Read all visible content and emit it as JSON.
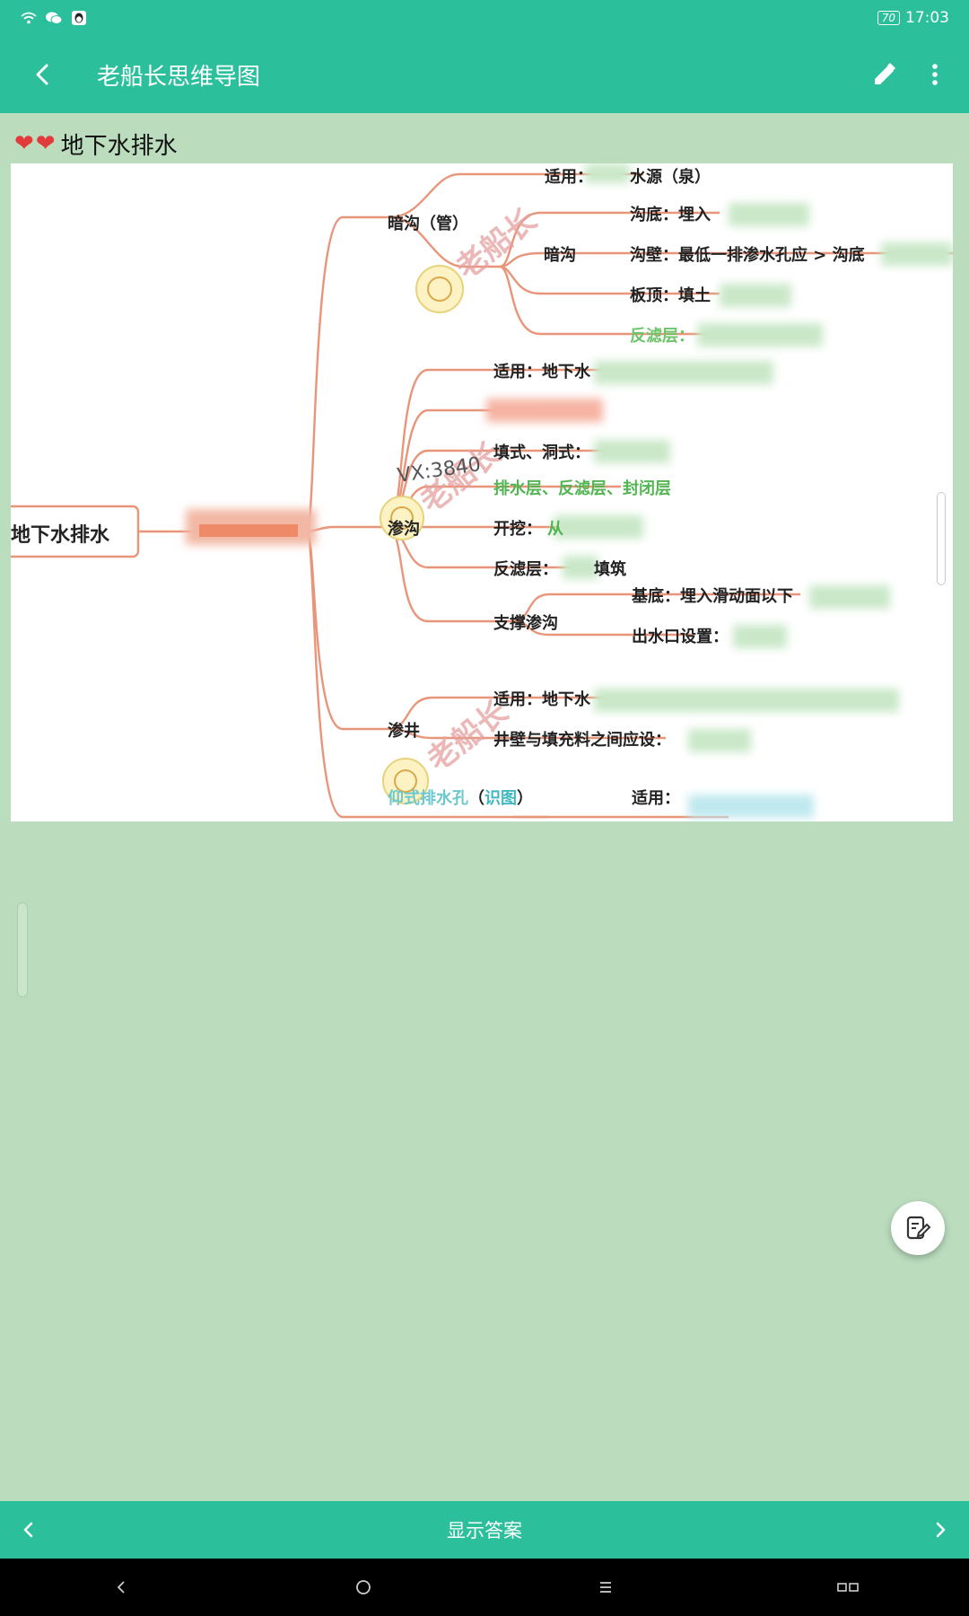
{
  "status_bar": {
    "time": "17:03",
    "battery": "70",
    "icons": [
      "wifi-icon",
      "wechat-icon",
      "qq-icon"
    ]
  },
  "app_bar": {
    "title": "老船长思维导图",
    "back_icon": "chevron-left-icon",
    "edit_icon": "pencil-icon",
    "more_icon": "more-vertical-icon"
  },
  "card": {
    "title": "地下水排水",
    "heart_icons": [
      "heart-icon",
      "heart-icon"
    ]
  },
  "mindmap": {
    "root": "地下水排水",
    "watermark_text": "老船长",
    "vx_text": "VX:3840",
    "branches": {
      "angou": {
        "label": "暗沟（管）",
        "shiyong": "适用：",
        "shiyong_tail": "水源（泉）",
        "sub_label": "暗沟",
        "items": [
          "沟底：埋入",
          "沟壁：最低一排渗水孔应 > 沟底",
          "板顶：填土",
          "反滤层："
        ]
      },
      "shengou": {
        "label": "渗沟",
        "shiyong": "适用：地下水",
        "tianshi": "填式、洞式：",
        "layers": "排水层、反滤层、封闭层",
        "kaiwa": "开挖：",
        "kaiwa_tail": "从",
        "fanlv": "反滤层：",
        "fanlv_tail": "填筑",
        "zhicheng": "支撑渗沟",
        "zhicheng_items": [
          "基底：埋入滑动面以下",
          "出水口设置："
        ]
      },
      "shenjing": {
        "label": "渗井",
        "shiyong": "适用：地下水",
        "jingbi": "井壁与填充料之间应设："
      },
      "paishui": {
        "label_head": "仰",
        "label_mid": "式排水孔",
        "label_open": "（",
        "label_tag": "识图",
        "label_close": "）",
        "shiyong": "适用："
      }
    }
  },
  "bottom_bar": {
    "show_answer": "显示答案",
    "prev_icon": "chevron-left-icon",
    "next_icon": "chevron-right-icon"
  },
  "system_nav": {
    "icons": [
      "nav-back-icon",
      "nav-home-icon",
      "nav-menu-icon",
      "nav-recents-icon"
    ]
  },
  "colors": {
    "primary": "#2bbf9c",
    "background": "#bbddbe",
    "mindmap_line": "#e07a5f",
    "green_text": "#4caf50",
    "teal_text": "#40b8c0"
  }
}
